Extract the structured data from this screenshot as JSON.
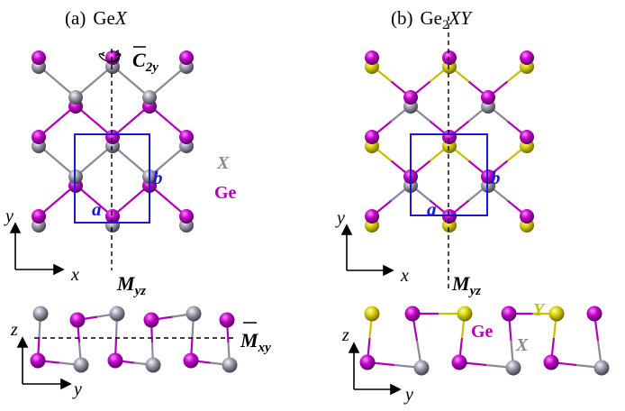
{
  "panels": {
    "a": {
      "tag": "(a)",
      "formula": "Ge",
      "formula_suffix": "X"
    },
    "b": {
      "tag": "(b)",
      "formula": "Ge",
      "formula_sub": "2",
      "formula_suffix": "XY"
    }
  },
  "labels": {
    "a_vec": "a",
    "b_vec": "b",
    "species_x": "X",
    "species_ge": "Ge",
    "species_y": "Y",
    "axis_x": "x",
    "axis_y": "y",
    "axis_z": "z",
    "c2_main": "C",
    "c2_sub": "2y",
    "myz_main": "M",
    "myz_sub": "yz",
    "mxy_main": "M",
    "mxy_sub": "xy"
  },
  "colors": {
    "ge": "#b000b8",
    "x_atom": "#8a8a96",
    "y_atom": "#c8c000",
    "cell": "#1a1acc",
    "bond_ge": "#b000b8",
    "bond_x": "#8a8a96"
  }
}
